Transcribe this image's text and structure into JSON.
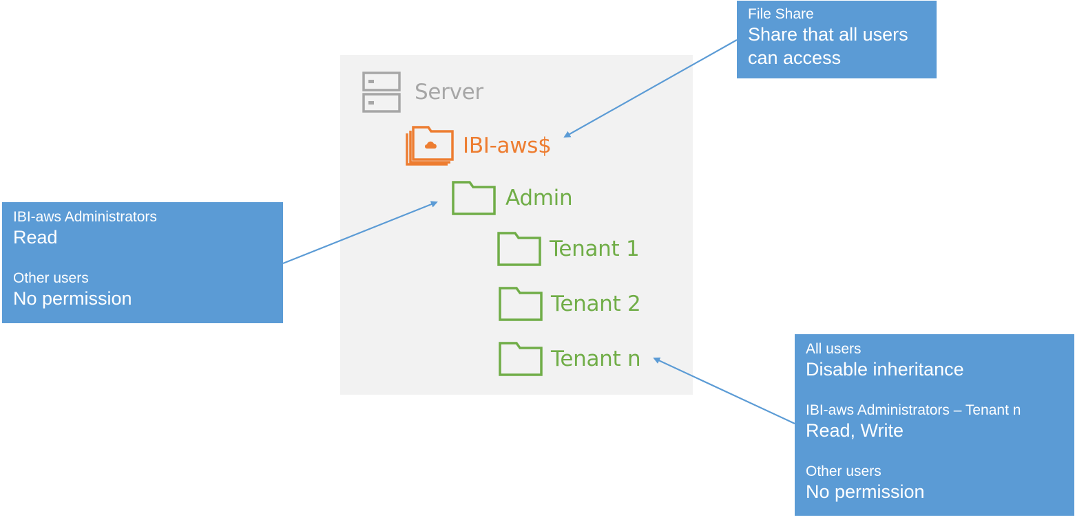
{
  "colors": {
    "server": "#a6a6a6",
    "share": "#ed7d31",
    "folder": "#70ad47",
    "callout_bg": "#5b9bd5",
    "arrow": "#5b9bd5",
    "panel_bg": "#f2f2f2"
  },
  "tree": {
    "server": {
      "label": "Server",
      "icon": "server-icon"
    },
    "share": {
      "label": "IBI-aws$",
      "icon": "cloud-folder-stack-icon"
    },
    "admin": {
      "label": "Admin",
      "icon": "folder-icon"
    },
    "tenant1": {
      "label": "Tenant 1",
      "icon": "folder-icon"
    },
    "tenant2": {
      "label": "Tenant 2",
      "icon": "folder-icon"
    },
    "tenantn": {
      "label": "Tenant n",
      "icon": "folder-icon"
    }
  },
  "callouts": {
    "file_share": {
      "heading": "File Share",
      "body_line1": "Share that all users",
      "body_line2": "can access"
    },
    "admin": {
      "group1": "IBI-aws Administrators",
      "perm1": "Read",
      "group2": "Other users",
      "perm2": "No permission"
    },
    "tenant": {
      "group1": "All users",
      "perm1": "Disable inheritance",
      "group2": "IBI-aws Administrators – Tenant n",
      "perm2": "Read, Write",
      "group3": "Other users",
      "perm3": "No permission"
    }
  }
}
